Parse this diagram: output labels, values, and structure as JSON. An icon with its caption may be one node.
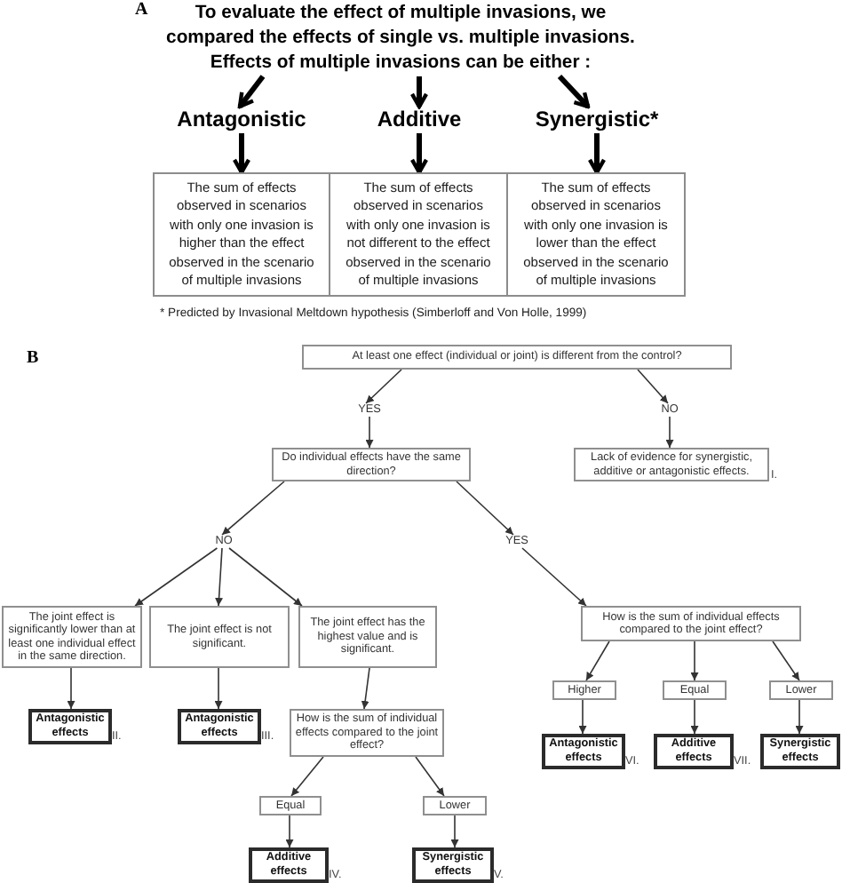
{
  "diagram": {
    "nodes": [
      {
        "text": [
          "To evaluate the effect of multiple invasions, we compared the effects of single vs. multiple invasions. Effects of multiple invasions can be either :"
        ]
      },
      {
        "text": [
          "Antagonistic"
        ]
      },
      {
        "text": [
          "Additive"
        ]
      },
      {
        "text": [
          "Synergistic*"
        ]
      },
      {
        "text": [
          "The sum of effects observed in scenarios with only one invasion is higher than the effect observed in the scenario of multiple invasions"
        ]
      },
      {
        "text": [
          "The sum of effects observed in scenarios with only one invasion is not different to the effect observed in the scenario of multiple invasions"
        ]
      },
      {
        "text": [
          "The sum of effects observed in scenarios with only one invasion is lower than the effect observed in the scenario of multiple invasions"
        ]
      },
      {
        "text": [
          "At least one effect (individual or joint) is different from the control?"
        ]
      },
      {
        "text": [
          "YES"
        ]
      },
      {
        "text": [
          "NO"
        ]
      },
      {
        "text": [
          "Do individual effects have the same direction?"
        ]
      },
      {
        "text": [
          "Lack of evidence for synergistic, additive or antagonistic effects."
        ],
        "beside": [
          "I."
        ]
      },
      {
        "text": [
          "NO"
        ]
      },
      {
        "text": [
          "YES"
        ]
      },
      {
        "text": [
          "The joint effect is significantly lower than at least one individual effect in the same direction."
        ]
      },
      {
        "text": [
          "The joint effect is not significant."
        ]
      },
      {
        "text": [
          "The joint effect has the highest value and is significant."
        ]
      },
      {
        "text": [
          "How is the sum of individual effects compared to the joint effect?"
        ]
      },
      {
        "text": [
          "Antagonistic effects"
        ],
        "beside": [
          "II."
        ]
      },
      {
        "text": [
          "Antagonistic effects"
        ],
        "beside": [
          "III."
        ]
      },
      {
        "text": [
          "How is the sum of individual effects compared to the joint effect?"
        ]
      },
      {
        "text": [
          "Higher"
        ]
      },
      {
        "text": [
          "Equal"
        ]
      },
      {
        "text": [
          "Lower"
        ]
      },
      {
        "text": [
          "Antagonistic effects"
        ],
        "beside": [
          "VI."
        ]
      },
      {
        "text": [
          "Additive effects"
        ],
        "beside": [
          "VII."
        ]
      },
      {
        "text": [
          "Synergistic effects"
        ]
      },
      {
        "text": [
          "Equal"
        ]
      },
      {
        "text": [
          "Lower"
        ]
      },
      {
        "text": [
          "Additive effects"
        ],
        "beside": [
          "IV."
        ]
      },
      {
        "text": [
          "Synergistic effects"
        ],
        "beside": [
          "V."
        ]
      }
    ],
    "edges": [
      {
        "from": 0,
        "to": 1,
        "arrow": "to",
        "style": "thick",
        "color": "#000000"
      },
      {
        "from": 0,
        "to": 2,
        "arrow": "to",
        "style": "thick",
        "color": "#000000"
      },
      {
        "from": 0,
        "to": 3,
        "arrow": "to",
        "style": "thick",
        "color": "#000000"
      },
      {
        "from": 1,
        "to": 4,
        "arrow": "to",
        "style": "thick",
        "color": "#000000"
      },
      {
        "from": 2,
        "to": 5,
        "arrow": "to",
        "style": "thick",
        "color": "#000000"
      },
      {
        "from": 3,
        "to": 6,
        "arrow": "to",
        "style": "thick",
        "color": "#000000"
      },
      {
        "from": 7,
        "to": 8,
        "arrow": "to"
      },
      {
        "from": 8,
        "to": 10,
        "arrow": "to"
      },
      {
        "from": 7,
        "to": 9,
        "arrow": "to"
      },
      {
        "from": 9,
        "to": 11,
        "arrow": "to"
      },
      {
        "from": 10,
        "to": 12,
        "arrow": "to"
      },
      {
        "from": 10,
        "to": 13,
        "arrow": "to"
      },
      {
        "from": 12,
        "to": 14,
        "arrow": "to"
      },
      {
        "from": 12,
        "to": 15,
        "arrow": "to"
      },
      {
        "from": 12,
        "to": 16,
        "arrow": "to"
      },
      {
        "from": 14,
        "to": 18,
        "arrow": "to"
      },
      {
        "from": 15,
        "to": 19,
        "arrow": "to"
      },
      {
        "from": 16,
        "to": 20,
        "arrow": "to"
      },
      {
        "from": 20,
        "to": 27,
        "arrow": "to"
      },
      {
        "from": 20,
        "to": 28,
        "arrow": "to"
      },
      {
        "from": 27,
        "to": 29,
        "arrow": "to"
      },
      {
        "from": 28,
        "to": 30,
        "arrow": "to"
      },
      {
        "from": 13,
        "to": 17,
        "arrow": "to"
      },
      {
        "from": 17,
        "to": 21,
        "arrow": "to"
      },
      {
        "from": 17,
        "to": 22,
        "arrow": "to"
      },
      {
        "from": 17,
        "to": 23,
        "arrow": "to"
      },
      {
        "from": 21,
        "to": 24,
        "arrow": "to"
      },
      {
        "from": 22,
        "to": 25,
        "arrow": "to"
      },
      {
        "from": 23,
        "to": 26,
        "arrow": "to"
      }
    ],
    "labels": [
      "A",
      "* Predicted by Invasional Meltdown hypothesis (Simberloff and Von Holle, 1999)",
      "B"
    ]
  }
}
